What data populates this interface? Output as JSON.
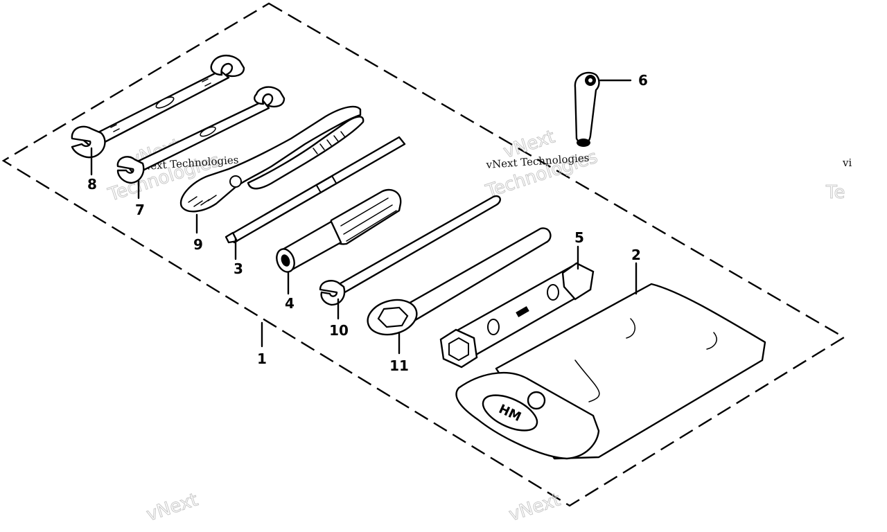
{
  "diagram": {
    "callouts": [
      {
        "id": "1",
        "label": "1"
      },
      {
        "id": "2",
        "label": "2"
      },
      {
        "id": "3",
        "label": "3"
      },
      {
        "id": "4",
        "label": "4"
      },
      {
        "id": "5",
        "label": "5"
      },
      {
        "id": "6",
        "label": "6"
      },
      {
        "id": "7",
        "label": "7"
      },
      {
        "id": "8",
        "label": "8"
      },
      {
        "id": "9",
        "label": "9"
      },
      {
        "id": "10",
        "label": "10"
      },
      {
        "id": "11",
        "label": "11"
      }
    ],
    "pouch_logo_text": "HM",
    "watermark": {
      "line1": "vNext",
      "line2": "Technologies",
      "small": "vNext Technologies",
      "edge_partial_1": "vi",
      "edge_partial_2": "Te"
    }
  }
}
